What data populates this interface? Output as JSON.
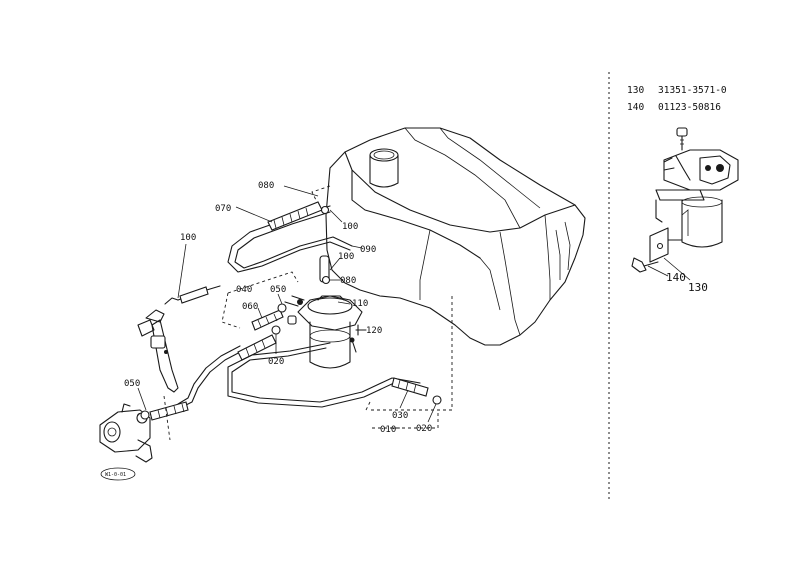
{
  "callouts": {
    "c080_top": "080",
    "c070": "070",
    "c100_left": "100",
    "c100_mid": "100",
    "c100_low": "100",
    "c090": "090",
    "c080_mid": "080",
    "c040": "040",
    "c050_top": "050",
    "c060": "060",
    "c110": "110",
    "c120": "120",
    "c020_left": "020",
    "c050_left": "050",
    "c030": "030",
    "c010": "010",
    "c020_right": "020",
    "c140_inset": "140",
    "c130_inset": "130"
  },
  "parts_list": [
    {
      "ref": "130",
      "part": "31351-3571-0"
    },
    {
      "ref": "140",
      "part": "01123-50816"
    }
  ],
  "stamp_text": "W1-0-01"
}
